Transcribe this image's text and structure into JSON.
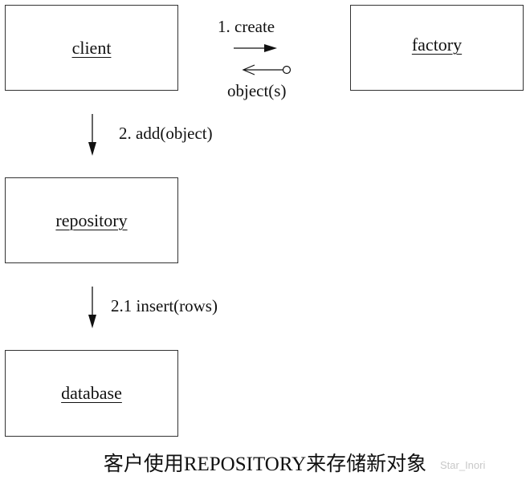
{
  "nodes": {
    "client": "client",
    "factory": "factory",
    "repository": "repository",
    "database": "database"
  },
  "messages": {
    "create": "1. create",
    "returns": "object(s)",
    "add": "2. add(object)",
    "insert": "2.1 insert(rows)"
  },
  "caption": "客户使用REPOSITORY来存储新对象",
  "watermark": "Star_Inori",
  "colors": {
    "line": "#111111",
    "border": "#333333",
    "watermark": "#c8c8c8"
  }
}
